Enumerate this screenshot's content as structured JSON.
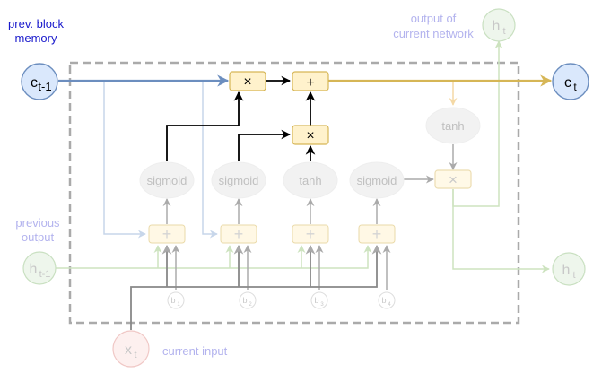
{
  "labels": {
    "prev_block_memory_l1": "prev. block",
    "prev_block_memory_l2": "memory",
    "output_current_network_l1": "output of",
    "output_current_network_l2": "current network",
    "previous_output_l1": "previous",
    "previous_output_l2": "output",
    "current_input": "current input"
  },
  "nodes": {
    "c_prev": {
      "base": "c",
      "sub": "t-1"
    },
    "c_t": {
      "base": "c",
      "sub": "t"
    },
    "h_top": {
      "base": "h",
      "sub": "t"
    },
    "h_right": {
      "base": "h",
      "sub": "t"
    },
    "h_prev": {
      "base": "h",
      "sub": "t-1"
    },
    "x_t": {
      "base": "x",
      "sub": "t"
    }
  },
  "gates": {
    "sigmoid1": "sigmoid",
    "sigmoid2": "sigmoid",
    "tanh1": "tanh",
    "sigmoid3": "sigmoid",
    "tanh_out": "tanh"
  },
  "ops": {
    "mult": "×",
    "add": "+"
  },
  "biases": {
    "b1": {
      "base": "b",
      "sub": "1"
    },
    "b2": {
      "base": "b",
      "sub": "2"
    },
    "b3": {
      "base": "b",
      "sub": "3"
    },
    "b4": {
      "base": "b",
      "sub": "4"
    }
  },
  "colors": {
    "blue_line": "#6c8ebf",
    "gold_line": "#d6b656",
    "green_line": "#b5d39a",
    "op_fill": "#fff2cc",
    "op_stroke": "#d6b656",
    "node_fill": "#dae8fc",
    "node_stroke": "#6c8ebf",
    "x_fill": "#f8cecc",
    "x_stroke": "#e8aaa8",
    "h_fill": "#d5e8d4",
    "h_stroke": "#82b366"
  }
}
